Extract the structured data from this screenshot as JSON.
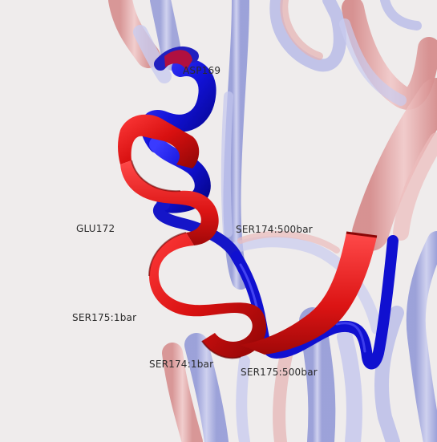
{
  "labels": {
    "asp169": "ASP169",
    "glu172": "GLU172",
    "ser174_500": "SER174:500bar",
    "ser175_1": "SER175:1bar",
    "ser174_1": "SER174:1bar",
    "ser175_500": "SER175:500bar"
  },
  "colors": {
    "background": "#efecec",
    "ribbon_1bar": "#e01818",
    "tube_500bar": "#1010d0",
    "ghost_blue": "#a9aedf",
    "ghost_pink": "#e2a0a0"
  }
}
